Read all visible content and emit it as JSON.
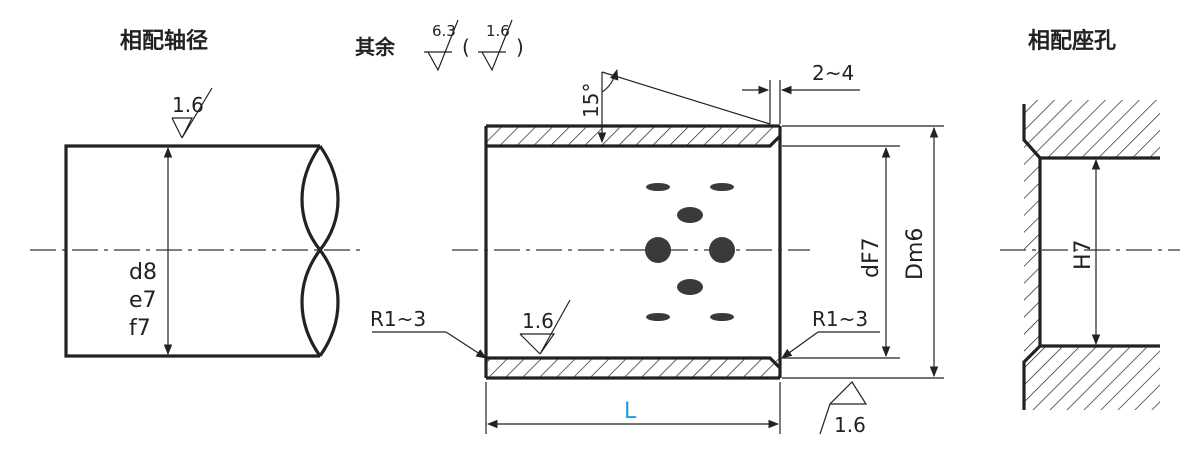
{
  "labels": {
    "shaft_title": "相配轴径",
    "hole_title": "相配座孔",
    "remaining_prefix": "其余",
    "remaining_value_1": "6.3",
    "remaining_value_2": "1.6",
    "paren_open": "(",
    "paren_close": ")",
    "shaft_roughness": "1.6",
    "shaft_tol_1": "d8",
    "shaft_tol_2": "e7",
    "shaft_tol_3": "f7",
    "angle": "15°",
    "chamfer_width": "2~4",
    "bore_roughness": "1.6",
    "radius_left": "R1~3",
    "radius_right": "R1~3",
    "inner_diameter": "dF7",
    "outer_diameter": "Dm6",
    "length": "L",
    "outer_roughness": "1.6",
    "hole_tol": "H7"
  },
  "colors": {
    "line": "#222222",
    "accent_length": "#1a9fe0",
    "dots": "#3a3a3a"
  }
}
